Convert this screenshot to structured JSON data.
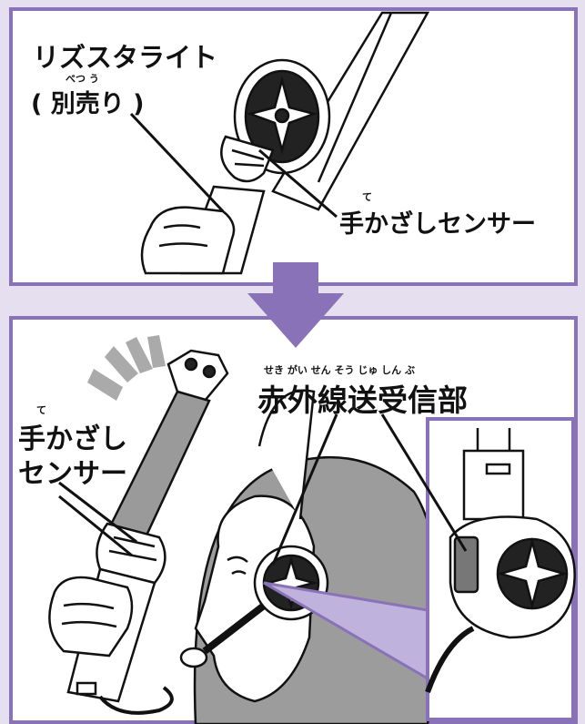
{
  "colors": {
    "frame": "#8a72b8",
    "background": "#e6dff0",
    "arrow": "#8a72b8",
    "ink": "#111111"
  },
  "top_panel": {
    "product_name": "リズスタライト",
    "sold_separately_ruby": "べつ う",
    "sold_separately": "( 別売り )",
    "sensor_ruby": "て",
    "sensor_label": "手かざしセンサー"
  },
  "bottom_panel": {
    "receiver_ruby": "せき がい せん そう じゅ しん ぶ",
    "receiver_label": "赤外線送受信部",
    "sensor_ruby": "て",
    "sensor_label_line1": "手かざし",
    "sensor_label_line2": "センサー"
  },
  "icons": {
    "arrow": "down-arrow-icon",
    "wave": "signal-wave-icon"
  }
}
